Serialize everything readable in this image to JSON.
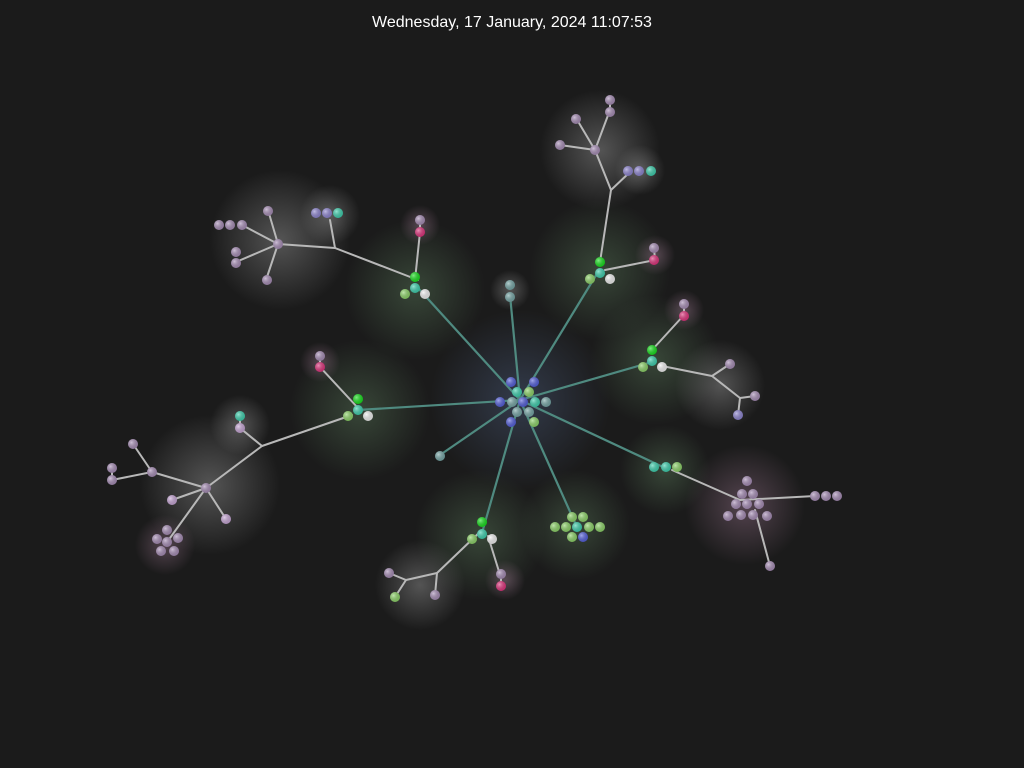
{
  "datetime": "Wednesday, 17 January, 2024 11:07:53",
  "colors": {
    "background": "#1b1b1b",
    "text": "#ffffff",
    "edge_center": "#4f8a80",
    "edge_branch": "#b8b8b8",
    "node_blue": "#5560dd",
    "node_teal": "#3fd2b0",
    "node_slate": "#78a8a8",
    "node_lime": "#8fd66a",
    "node_bright_green": "#19e11e",
    "node_white": "#f4f4f4",
    "node_pink": "#e2347e",
    "node_mauve": "#a98fb8",
    "node_lilac": "#8f86d2",
    "node_light_purple": "#c9a8d8"
  },
  "node_legend": [
    "blue",
    "teal",
    "slate",
    "lime",
    "bright-green",
    "white",
    "pink",
    "mauve",
    "lilac"
  ]
}
